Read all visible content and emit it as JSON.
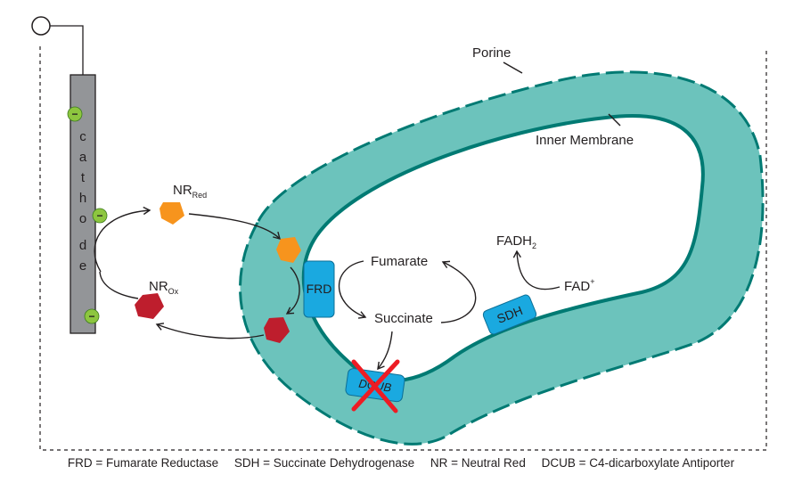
{
  "labels": {
    "porine": "Porine",
    "inner_membrane": "Inner Membrane",
    "cathode": [
      "c",
      "a",
      "t",
      "h",
      "o",
      "d",
      "e"
    ],
    "nr_red_main": "NR",
    "nr_red_sub": "Red",
    "nr_ox_main": "NR",
    "nr_ox_sub": "Ox",
    "frd": "FRD",
    "sdh": "SDH",
    "dcub": "DCUB",
    "fumarate": "Fumarate",
    "succinate": "Succinate",
    "fadh2_main": "FADH",
    "fadh2_sub": "2",
    "fad_main": "FAD",
    "fad_sup": "+",
    "electron": "−"
  },
  "legend": [
    "FRD = Fumarate Reductase",
    "SDH = Succinate Dehydrogenase",
    "NR = Neutral Red",
    "DCUB = C4-dicarboxylate Antiporter"
  ],
  "colors": {
    "periplasm_fill": "#6cc3bc",
    "membrane_stroke": "#007a73",
    "protein_blue": "#1aa9e0",
    "nr_red_color": "#f7941d",
    "nr_ox_color": "#be1e2d",
    "cathode_fill": "#939598",
    "electron_green": "#8dc63f",
    "cross_red": "#ed1c24"
  }
}
